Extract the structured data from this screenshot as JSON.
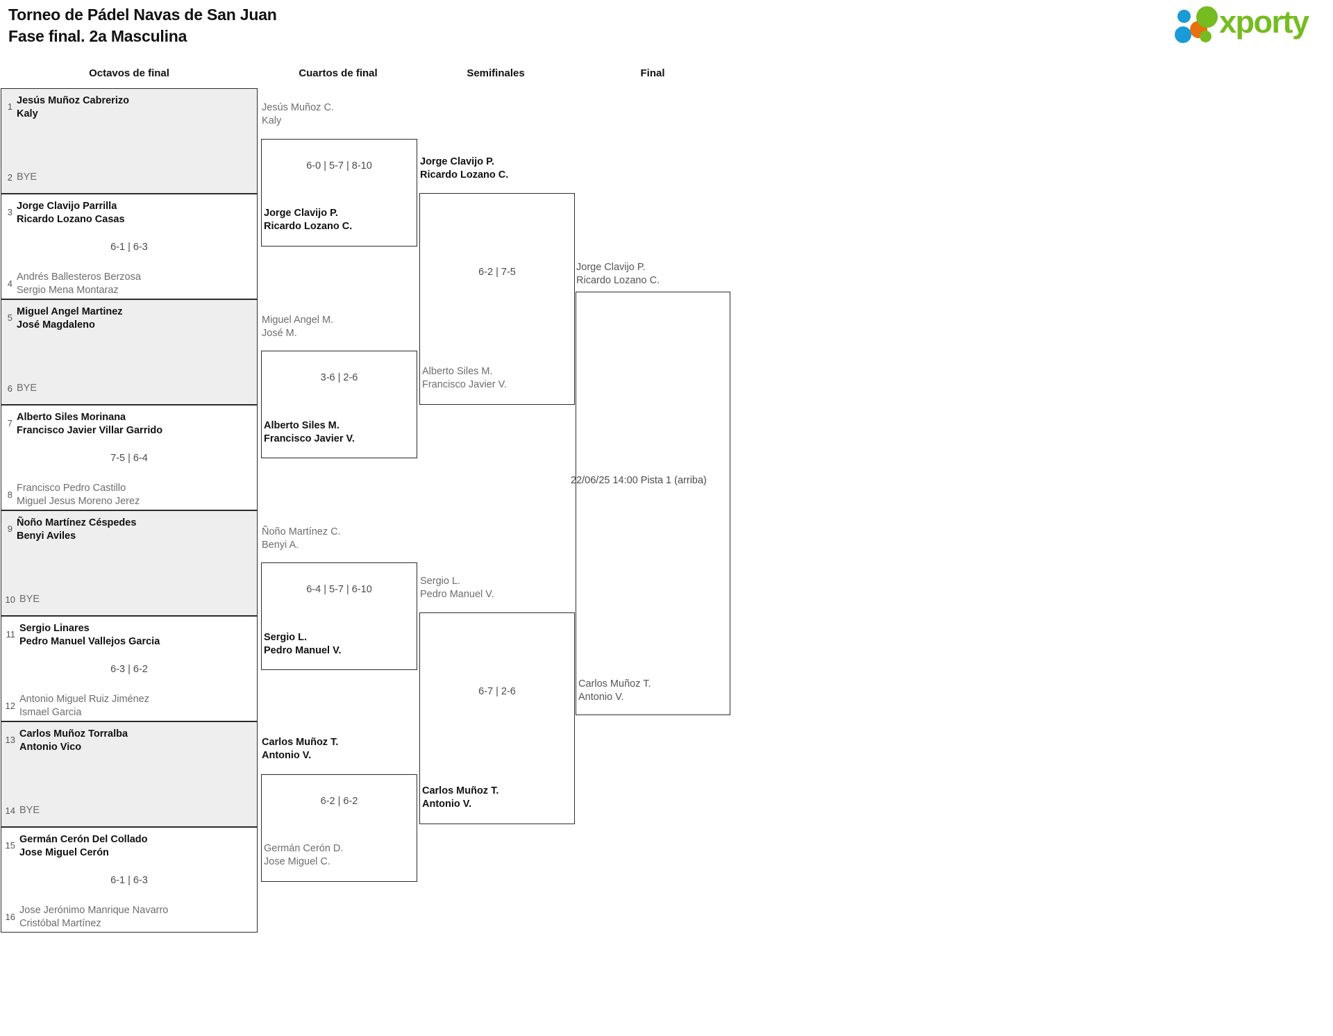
{
  "header": {
    "title_line1": "Torneo de Pádel Navas de San Juan",
    "title_line2": "Fase final. 2a Masculina",
    "logo_text": "xporty"
  },
  "rounds": [
    {
      "label": "Octavos de final"
    },
    {
      "label": "Cuartos de final"
    },
    {
      "label": "Semifinales"
    },
    {
      "label": "Final"
    }
  ],
  "round_of_16": {
    "seeds": [
      "1",
      "2",
      "3",
      "4",
      "5",
      "6",
      "7",
      "8",
      "9",
      "10",
      "11",
      "12",
      "13",
      "14",
      "15",
      "16"
    ],
    "matches": [
      {
        "bye": true,
        "top": {
          "p1": "Jesús Muñoz Cabrerizo",
          "p2": "Kaly",
          "winner": true
        },
        "bottom": {
          "p1": "BYE",
          "p2": "",
          "winner": false
        },
        "score": ""
      },
      {
        "bye": false,
        "top": {
          "p1": "Jorge Clavijo Parrilla",
          "p2": "Ricardo Lozano Casas",
          "winner": true
        },
        "bottom": {
          "p1": "Andrés Ballesteros Berzosa",
          "p2": "Sergio Mena Montaraz",
          "winner": false
        },
        "score": "6-1 | 6-3"
      },
      {
        "bye": true,
        "top": {
          "p1": "Miguel Angel Martinez",
          "p2": "José Magdaleno",
          "winner": true
        },
        "bottom": {
          "p1": "BYE",
          "p2": "",
          "winner": false
        },
        "score": ""
      },
      {
        "bye": false,
        "top": {
          "p1": "Alberto Siles Morinana",
          "p2": "Francisco Javier Villar Garrido",
          "winner": true
        },
        "bottom": {
          "p1": "Francisco Pedro Castillo",
          "p2": "Miguel Jesus Moreno Jerez",
          "winner": false
        },
        "score": "7-5 | 6-4"
      },
      {
        "bye": true,
        "top": {
          "p1": "Ñoño Martínez Céspedes",
          "p2": "Benyi Aviles",
          "winner": true
        },
        "bottom": {
          "p1": "BYE",
          "p2": "",
          "winner": false
        },
        "score": ""
      },
      {
        "bye": false,
        "top": {
          "p1": "Sergio Linares",
          "p2": "Pedro Manuel Vallejos Garcia",
          "winner": true
        },
        "bottom": {
          "p1": "Antonio Miguel Ruiz Jiménez",
          "p2": "Ismael Garcia",
          "winner": false
        },
        "score": "6-3 | 6-2"
      },
      {
        "bye": true,
        "top": {
          "p1": "Carlos Muñoz Torralba",
          "p2": "Antonio Vico",
          "winner": true
        },
        "bottom": {
          "p1": "BYE",
          "p2": "",
          "winner": false
        },
        "score": ""
      },
      {
        "bye": false,
        "top": {
          "p1": "Germán Cerón Del Collado",
          "p2": "Jose Miguel Cerón",
          "winner": true
        },
        "bottom": {
          "p1": "Jose Jerónimo Manrique Navarro",
          "p2": "Cristóbal Martínez",
          "winner": false
        },
        "score": "6-1 | 6-3"
      }
    ]
  },
  "quarter_finals": [
    {
      "upper": {
        "p1": "Jesús Muñoz C.",
        "p2": "Kaly",
        "winner": false
      },
      "lower": {
        "p1": "Jorge Clavijo P.",
        "p2": "Ricardo Lozano C.",
        "winner": true
      },
      "score": "6-0 | 5-7 | 8-10"
    },
    {
      "upper": {
        "p1": "Miguel Angel M.",
        "p2": "José M.",
        "winner": false
      },
      "lower": {
        "p1": "Alberto Siles M.",
        "p2": "Francisco Javier V.",
        "winner": true
      },
      "score": "3-6 | 2-6"
    },
    {
      "upper": {
        "p1": "Ñoño Martínez C.",
        "p2": "Benyi A.",
        "winner": false
      },
      "lower": {
        "p1": "Sergio L.",
        "p2": "Pedro Manuel V.",
        "winner": true
      },
      "score": "6-4 | 5-7 | 6-10"
    },
    {
      "upper": {
        "p1": "Carlos Muñoz T.",
        "p2": "Antonio V.",
        "winner": true
      },
      "lower": {
        "p1": "Germán Cerón D.",
        "p2": "Jose Miguel C.",
        "winner": false
      },
      "score": "6-2 | 6-2"
    }
  ],
  "semi_finals": [
    {
      "upper": {
        "p1": "Jorge Clavijo P.",
        "p2": "Ricardo Lozano C.",
        "winner": true
      },
      "lower": {
        "p1": "Alberto Siles M.",
        "p2": "Francisco Javier V.",
        "winner": false
      },
      "score": "6-2 | 7-5"
    },
    {
      "upper": {
        "p1": "Sergio L.",
        "p2": "Pedro Manuel V.",
        "winner": false
      },
      "lower": {
        "p1": "Carlos Muñoz T.",
        "p2": "Antonio V.",
        "winner": true
      },
      "score": "6-7 | 2-6"
    }
  ],
  "final": {
    "upper": {
      "p1": "Jorge Clavijo P.",
      "p2": "Ricardo Lozano C."
    },
    "lower": {
      "p1": "Carlos Muñoz T.",
      "p2": "Antonio V."
    },
    "schedule": "22/06/25 14:00 Pista 1 (arriba)"
  },
  "colors": {
    "line": "#2b2b2b",
    "bye_bg": "#eeeeee",
    "winner_text": "#111111",
    "loser_text": "#6d6d6d",
    "logo_green": "#76bc21",
    "logo_blue": "#1a9ad6",
    "logo_orange": "#e8700a"
  }
}
